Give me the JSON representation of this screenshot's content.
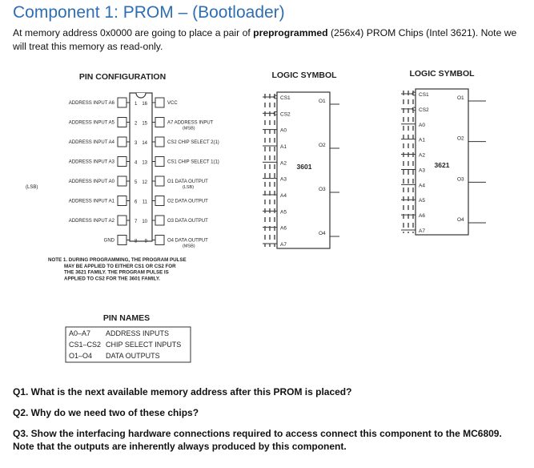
{
  "title": "Component 1: PROM – (Bootloader)",
  "intro": {
    "p1": "At memory address 0x0000 are going to place a pair of ",
    "bold1": "preprogrammed",
    "p2": " (256x4) PROM Chips (Intel 3621). Note we will treat this memory as read-only."
  },
  "figure": {
    "pin_config_title": "PIN CONFIGURATION",
    "logic_symbol_title": "LOGIC SYMBOL",
    "left_pins": [
      {
        "num": "1",
        "label": "ADDRESS INPUT A6",
        "label2": ""
      },
      {
        "num": "2",
        "label": "ADDRESS INPUT A5",
        "label2": ""
      },
      {
        "num": "3",
        "label": "ADDRESS INPUT A4",
        "label2": ""
      },
      {
        "num": "4",
        "label": "ADDRESS INPUT A3",
        "label2": ""
      },
      {
        "num": "5",
        "label": "ADDRESS INPUT A0",
        "label2": "(LSB)"
      },
      {
        "num": "6",
        "label": "ADDRESS INPUT A1",
        "label2": ""
      },
      {
        "num": "7",
        "label": "ADDRESS INPUT A2",
        "label2": ""
      },
      {
        "num": "8",
        "label": "GND",
        "label2": ""
      }
    ],
    "right_pins": [
      {
        "num": "16",
        "label": "VCC",
        "label2": ""
      },
      {
        "num": "15",
        "label": "A7 ADDRESS INPUT",
        "label2": "(MSB)"
      },
      {
        "num": "14",
        "label": "CS2 CHIP SELECT 2(1)",
        "label2": ""
      },
      {
        "num": "13",
        "label": "CS1 CHIP SELECT 1(1)",
        "label2": ""
      },
      {
        "num": "12",
        "label": "O1 DATA OUTPUT",
        "label2": "(LSB)"
      },
      {
        "num": "11",
        "label": "O2 DATA OUTPUT",
        "label2": ""
      },
      {
        "num": "10",
        "label": "O3 DATA OUTPUT",
        "label2": ""
      },
      {
        "num": "9",
        "label": "O4 DATA OUTPUT",
        "label2": "(MSB)"
      }
    ],
    "note": [
      "NOTE 1. DURING PROGRAMMING, THE PROGRAM PULSE",
      "MAY BE APPLIED TO EITHER CS1 OR CS2 FOR",
      "THE 3621 FAMILY. THE PROGRAM PULSE IS",
      "APPLIED TO CS2 FOR THE 3601 FAMILY."
    ],
    "pin_names_title": "PIN NAMES",
    "pin_names": [
      {
        "sym": "A0–A7",
        "desc": "ADDRESS INPUTS"
      },
      {
        "sym": "CS1–CS2",
        "desc": "CHIP SELECT INPUTS"
      },
      {
        "sym": "O1–O4",
        "desc": "DATA OUTPUTS"
      }
    ],
    "logic_a": {
      "chip": "3601",
      "inputs": [
        "CS1",
        "CS2",
        "A0",
        "A1",
        "A2",
        "A3",
        "A4",
        "A5",
        "A6",
        "A7"
      ],
      "outputs": [
        "O1",
        "O2",
        "O3",
        "O4"
      ]
    },
    "logic_b": {
      "chip": "3621",
      "inputs": [
        "CS1",
        "CS2",
        "A0",
        "A1",
        "A2",
        "A3",
        "A4",
        "A5",
        "A6",
        "A7"
      ],
      "outputs": [
        "O1",
        "O2",
        "O3",
        "O4"
      ]
    }
  },
  "questions": {
    "q1": "Q1. What is the next available memory address after this PROM is placed?",
    "q2": "Q2. Why do we need two of these chips?",
    "q3": "Q3. Show the interfacing hardware connections required to access connect this component to the MC6809. Note that the outputs are inherently always produced by this component."
  }
}
